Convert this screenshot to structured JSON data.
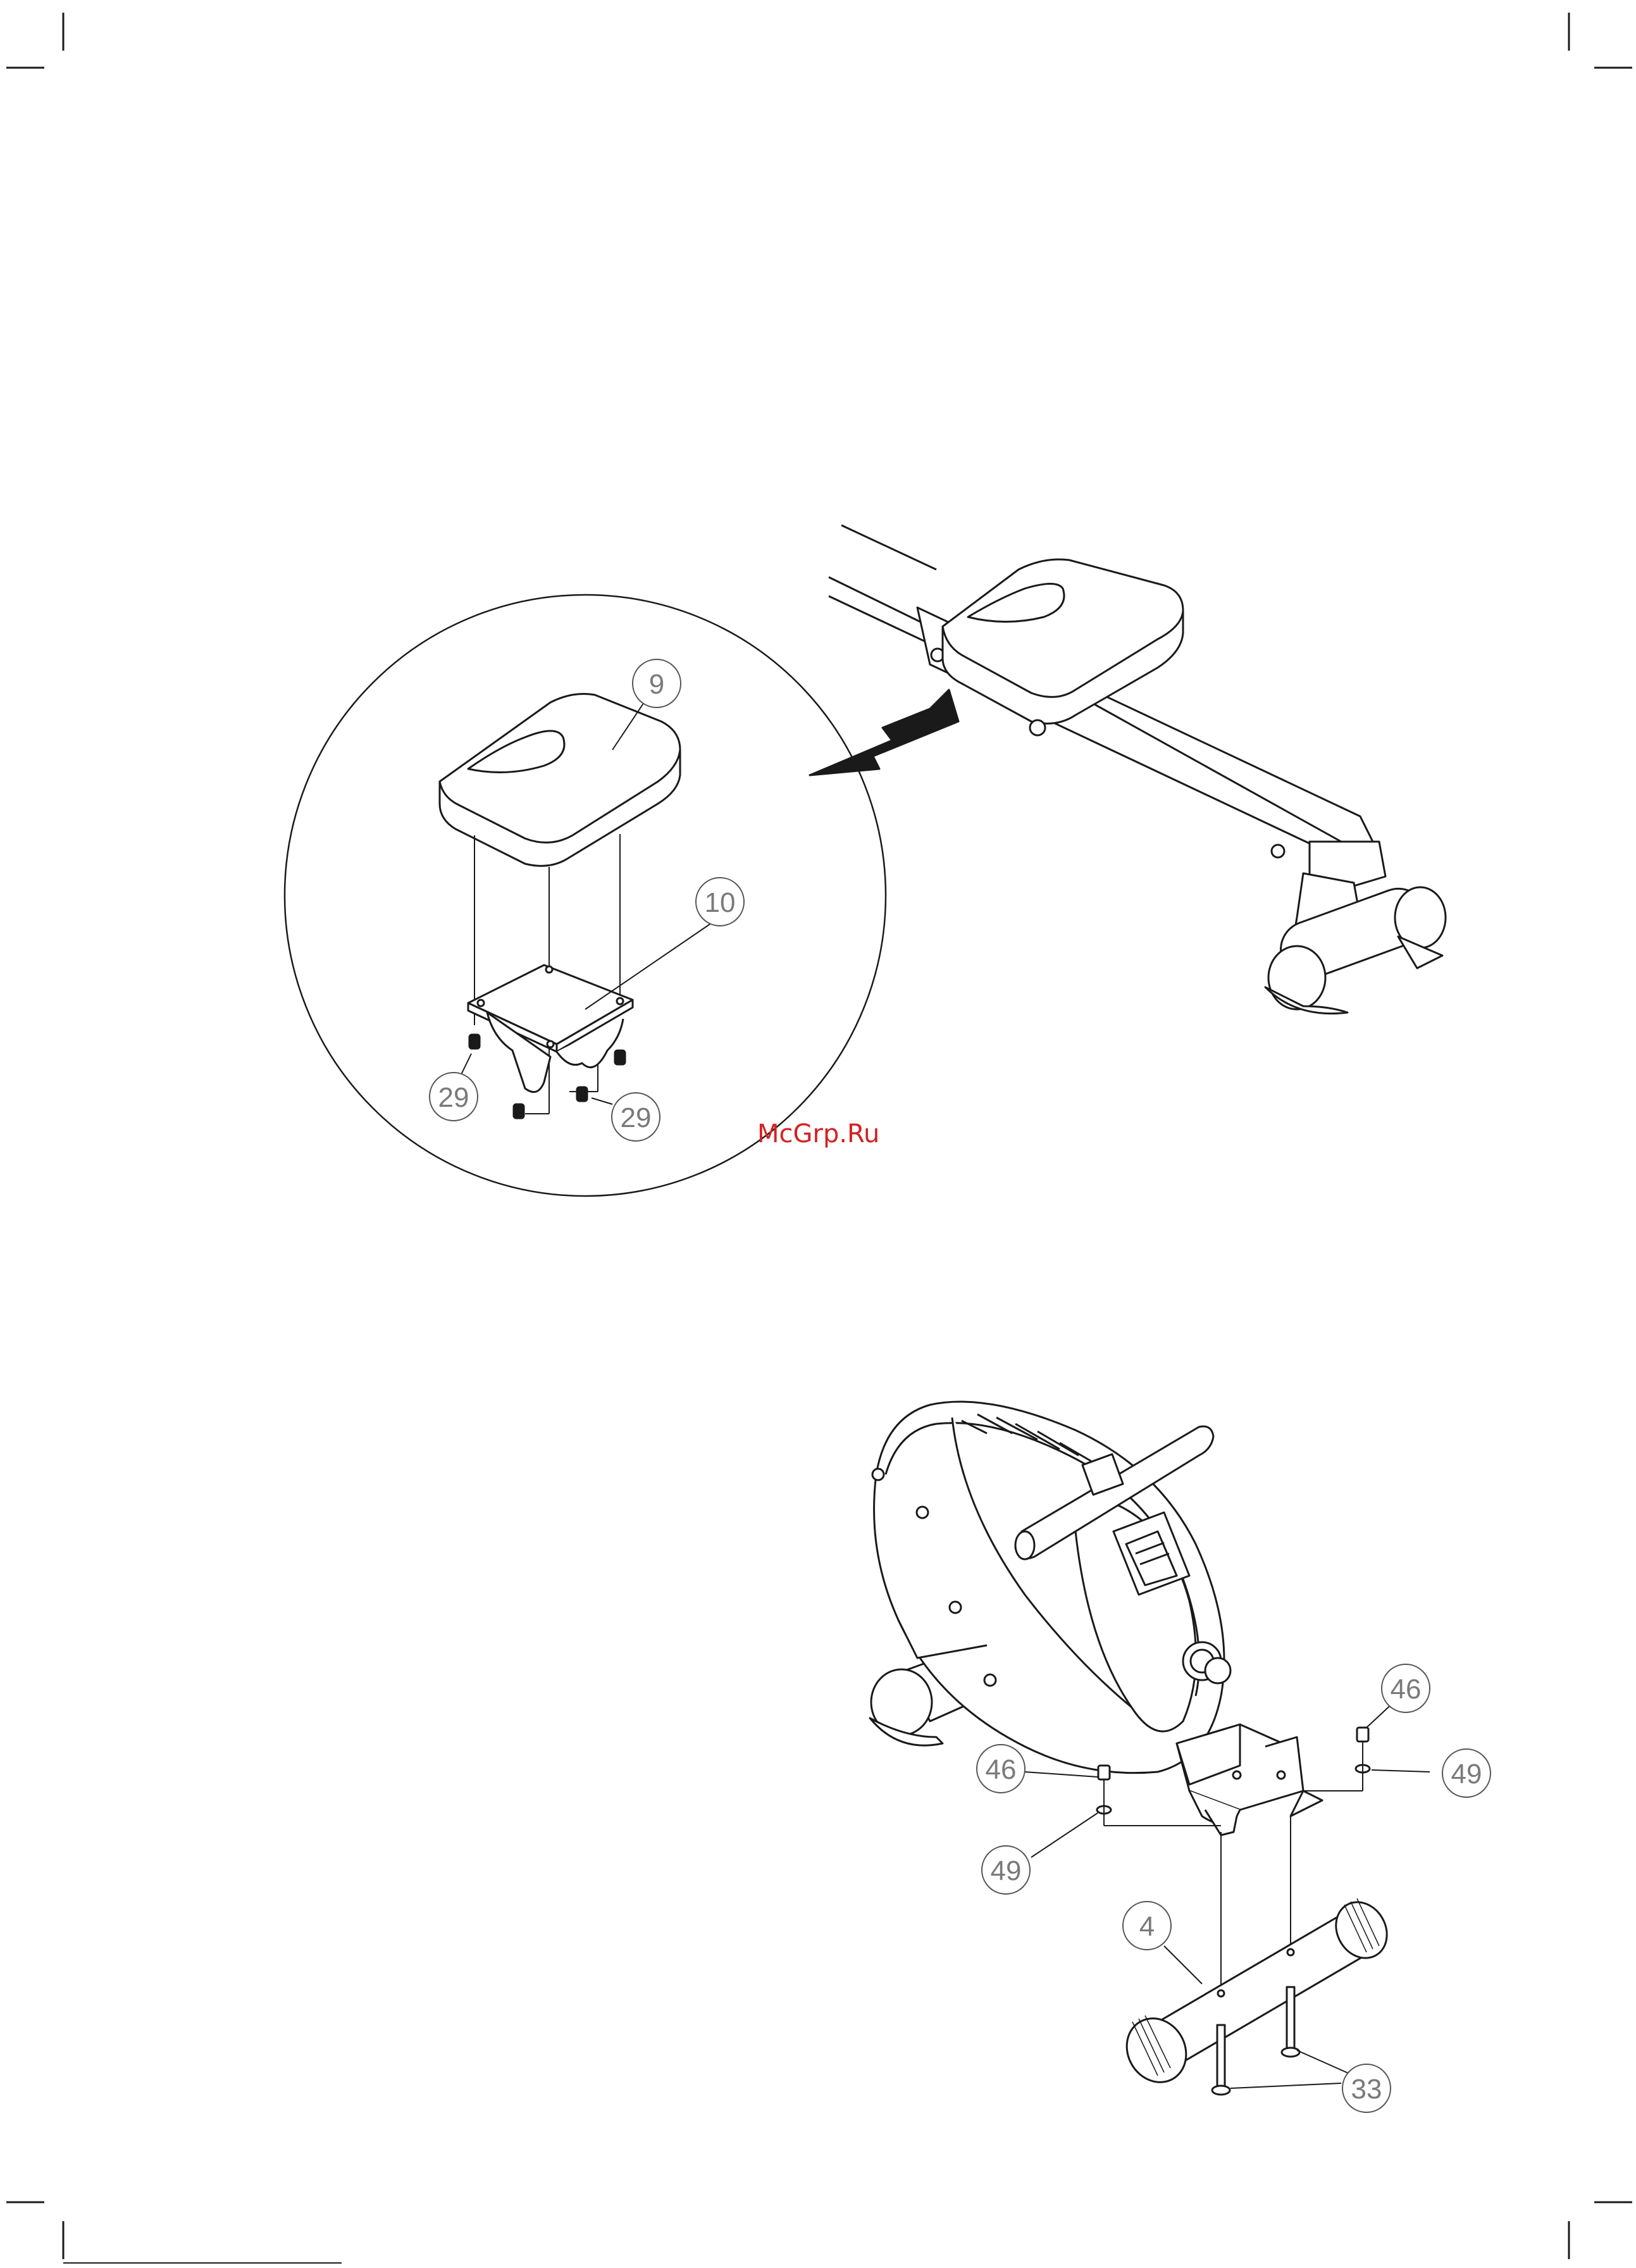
{
  "watermark": {
    "text": "McGrp.Ru",
    "color": "#d62020"
  },
  "colors": {
    "line": "#1a1a1a",
    "callout": "#7a7a7a",
    "paper": "#ffffff"
  },
  "diagram_top": {
    "callouts": [
      {
        "id": "seat",
        "label": "9"
      },
      {
        "id": "seat-bracket",
        "label": "10"
      },
      {
        "id": "screw-left",
        "label": "29"
      },
      {
        "id": "screw-right",
        "label": "29"
      }
    ]
  },
  "diagram_bottom": {
    "callouts": [
      {
        "id": "nut-right",
        "label": "46"
      },
      {
        "id": "washer-right",
        "label": "49"
      },
      {
        "id": "nut-left",
        "label": "46"
      },
      {
        "id": "washer-left",
        "label": "49"
      },
      {
        "id": "front-stabilizer",
        "label": "4"
      },
      {
        "id": "bolts",
        "label": "33"
      }
    ]
  }
}
